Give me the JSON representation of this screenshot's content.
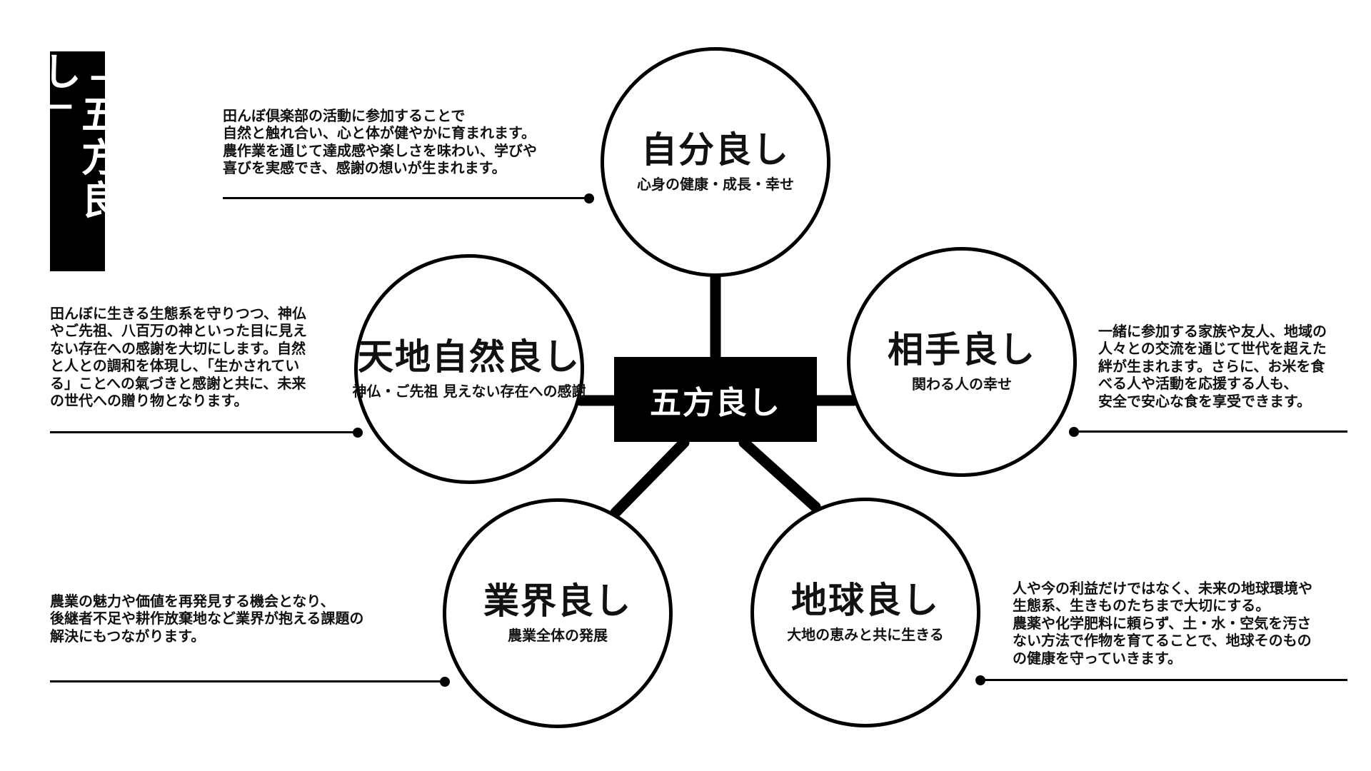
{
  "title": "「五方良し」",
  "center": {
    "label": "五方良し"
  },
  "nodes": [
    {
      "id": "self",
      "title": "自分良し",
      "subtitle": "心身の健康・成長・幸せ",
      "description": "田んぼ倶楽部の活動に参加することで\n自然と触れ合い、心と体が健やかに育まれます。\n農作業を通じて達成感や楽しさを味わい、学びや\n喜びを実感でき、感謝の想いが生まれます。"
    },
    {
      "id": "heaven-earth",
      "title": "天地自然良し",
      "subtitle": "神仏・ご先祖\n見えない存在への感謝",
      "description": "田んぼに生きる生態系を守りつつ、神仏\nやご先祖、八百万の神といった目に見え\nない存在への感謝を大切にします。自然\nと人との調和を体現し、「生かされてい\nる」ことへの氣づきと感謝と共に、未来\nの世代への贈り物となります。"
    },
    {
      "id": "partner",
      "title": "相手良し",
      "subtitle": "関わる人の幸せ",
      "description": "一緒に参加する家族や友人、地域の\n人々との交流を通じて世代を超えた\n絆が生まれます。さらに、お米を食\nべる人や活動を応援する人も、\n安全で安心な食を享受できます。"
    },
    {
      "id": "industry",
      "title": "業界良し",
      "subtitle": "農業全体の発展",
      "description": "農業の魅力や価値を再発見する機会となり、\n後継者不足や耕作放棄地など業界が抱える課題の\n解決にもつながります。"
    },
    {
      "id": "earth",
      "title": "地球良し",
      "subtitle": "大地の恵みと共に生きる",
      "description": "人や今の利益だけではなく、未来の地球環境や\n生態系、生きものたちまで大切にする。\n農薬や化学肥料に頼らず、土・水・空気を汚さ\nない方法で作物を育てることで、地球そのもの\nの健康を守っていきます。"
    }
  ]
}
